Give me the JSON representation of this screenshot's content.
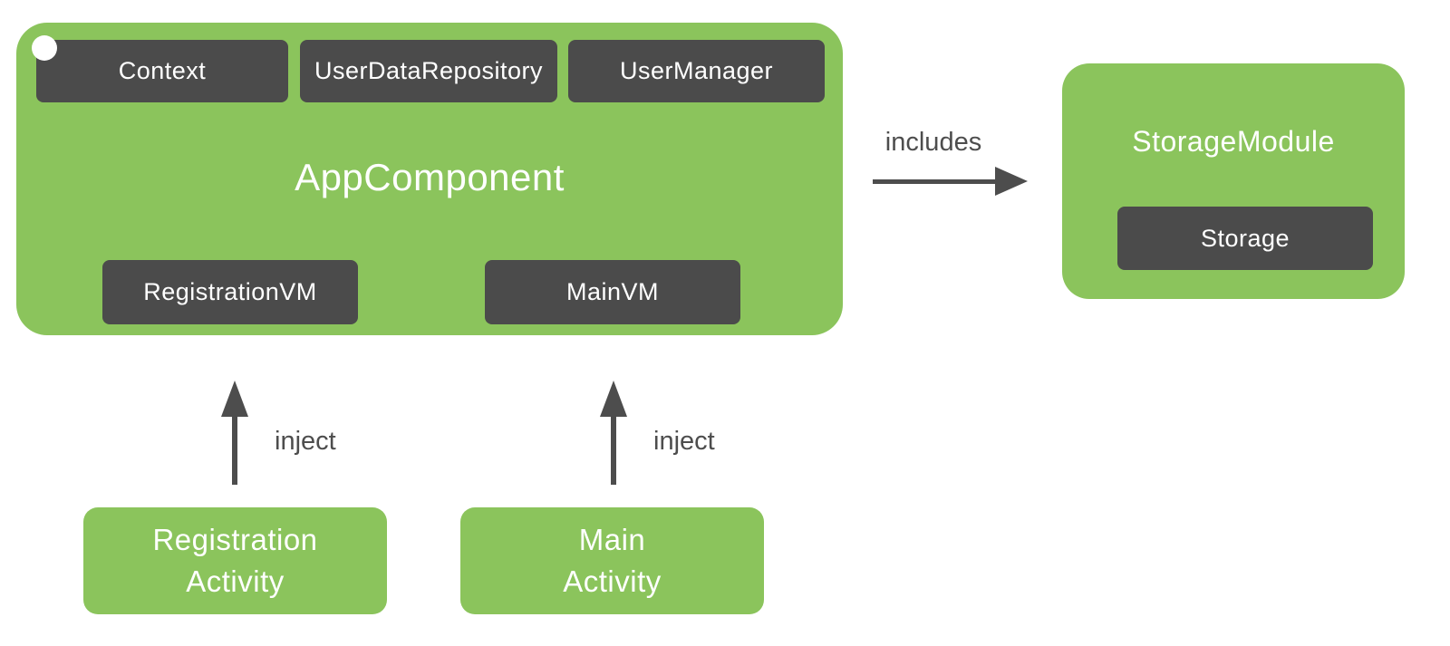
{
  "colors": {
    "green": "#8BC45C",
    "dark_gray": "#4B4B4B",
    "arrow_gray": "#4D4D4D",
    "white": "#FFFFFF"
  },
  "diagram": {
    "app_component": {
      "title": "AppComponent",
      "provided": [
        {
          "label": "Context"
        },
        {
          "label": "UserDataRepository"
        },
        {
          "label": "UserManager"
        }
      ],
      "view_models": [
        {
          "label": "RegistrationVM"
        },
        {
          "label": "MainVM"
        }
      ]
    },
    "storage_module": {
      "title": "StorageModule",
      "item_label": "Storage"
    },
    "includes_arrow": {
      "label": "includes"
    },
    "activities": [
      {
        "line1": "Registration",
        "line2": "Activity",
        "arrow_label": "inject"
      },
      {
        "line1": "Main",
        "line2": "Activity",
        "arrow_label": "inject"
      }
    ]
  }
}
